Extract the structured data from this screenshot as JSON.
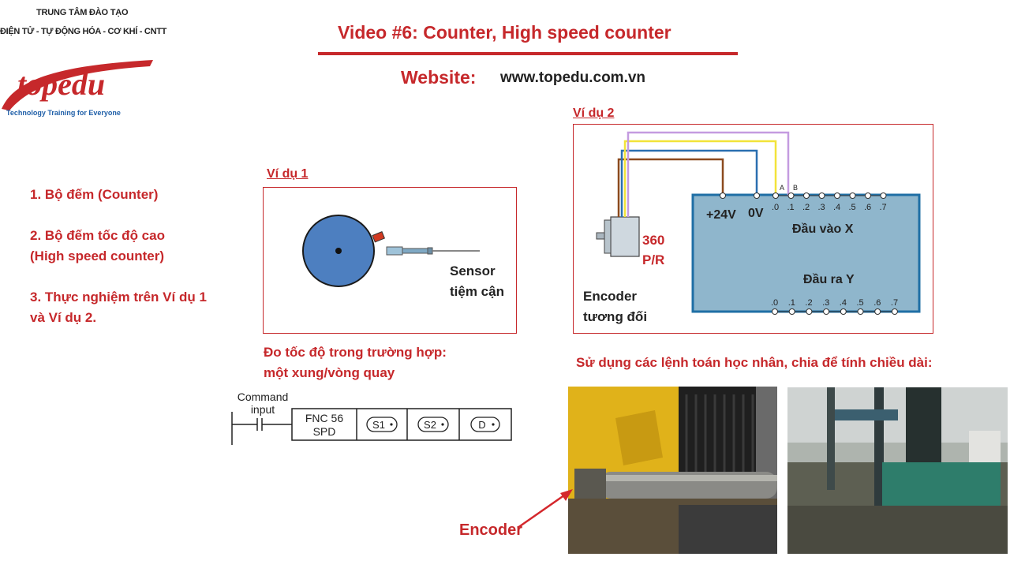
{
  "header": {
    "org_line1": "TRUNG TÂM ĐÀO TẠO",
    "org_line2": "ĐIỆN TỬ - TỰ ĐỘNG HÓA - CƠ KHÍ - CNTT",
    "logo_text": "topedu",
    "logo_tagline": "Technology Training for Everyone",
    "video_title": "Video #6: Counter, High speed counter",
    "website_label": "Website:",
    "website_url": "www.topedu.com.vn"
  },
  "topics": [
    "1. Bộ đếm (Counter)",
    "2. Bộ đếm tốc độ cao",
    "(High speed counter)",
    "3. Thực nghiệm trên Ví dụ 1",
    "và Ví dụ 2."
  ],
  "example1": {
    "label": "Ví dụ 1",
    "sensor_line1": "Sensor",
    "sensor_line2": "tiệm cận",
    "note_line1": "Đo tốc độ trong trường hợp:",
    "note_line2": "một xung/vòng quay"
  },
  "ladder": {
    "command_line1": "Command",
    "command_line2": "input",
    "fnc_line1": "FNC 56",
    "fnc_line2": "SPD",
    "s1": "S1",
    "s2": "S2",
    "d": "D"
  },
  "example2": {
    "label": "Ví dụ 2",
    "terminal_24v": "+24V",
    "terminal_0v": "0V",
    "phase_a": "A",
    "phase_b": "B",
    "inputs": [
      ".0",
      ".1",
      ".2",
      ".3",
      ".4",
      ".5",
      ".6",
      ".7"
    ],
    "outputs": [
      ".0",
      ".1",
      ".2",
      ".3",
      ".4",
      ".5",
      ".6",
      ".7"
    ],
    "input_title": "Đầu vào X",
    "output_title": "Đầu ra Y",
    "resolution_line1": "360",
    "resolution_line2": "P/R",
    "encoder_line1": "Encoder",
    "encoder_line2": "tương đối"
  },
  "math_note": "Sử dụng các lệnh toán học nhân, chia để tính chiều dài:",
  "encoder_callout": "Encoder",
  "colors": {
    "accent_red": "#c6282b",
    "plc_fill": "#8fb6cc",
    "plc_border": "#1f6fa5",
    "disc_fill": "#4d7fc0",
    "wire_brown": "#8b4a1e",
    "wire_blue": "#2a6fb0",
    "wire_yellow": "#f2e33a",
    "wire_violet": "#c49be0"
  }
}
